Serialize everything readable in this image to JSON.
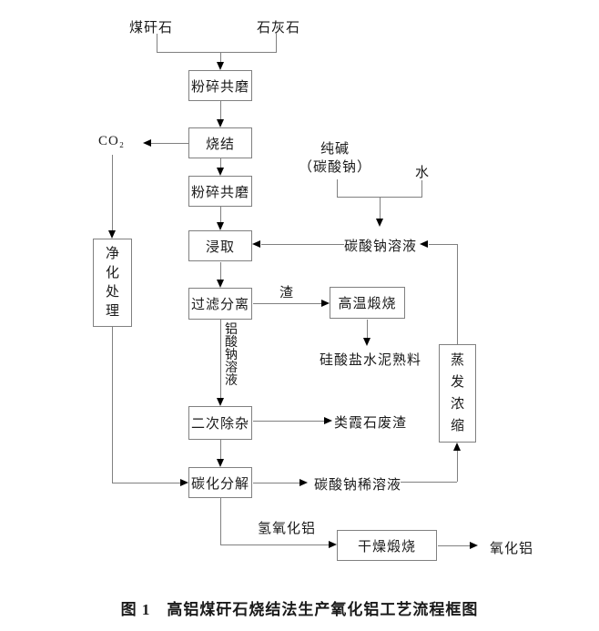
{
  "figure": {
    "caption": "图 1　高铝煤矸石烧结法生产氧化铝工艺流程框图"
  },
  "nodes": {
    "coal_gangue": "煤矸石",
    "limestone": "石灰石",
    "crush_grind_1": "粉碎共磨",
    "sinter": "烧结",
    "co2": "CO₂",
    "crush_grind_2": "粉碎共磨",
    "soda_ash": "纯碱",
    "soda_ash_paren": "（碳酸钠）",
    "water": "水",
    "leach": "浸取",
    "soda_solution": "碳酸钠溶液",
    "purification": "净化处理",
    "filter_separation": "过滤分离",
    "slag": "渣",
    "high_temp_calcination": "高温煅烧",
    "cement_clinker": "硅酸盐水泥熟料",
    "sodium_aluminate_solution": "铝酸钠溶液",
    "evaporation_concentration": "蒸发浓缩",
    "secondary_impurity_removal": "二次除杂",
    "nepheline_waste": "类霞石废渣",
    "carbonation_decomposition": "碳化分解",
    "dilute_soda_solution": "碳酸钠稀溶液",
    "aluminum_hydroxide": "氢氧化铝",
    "drying_calcination": "干燥煅烧",
    "alumina": "氧化铝"
  },
  "colors": {
    "background": "#ffffff",
    "line": "#808080",
    "box_border": "#808080",
    "arrow": "#000000",
    "text": "#1a1a1a"
  }
}
